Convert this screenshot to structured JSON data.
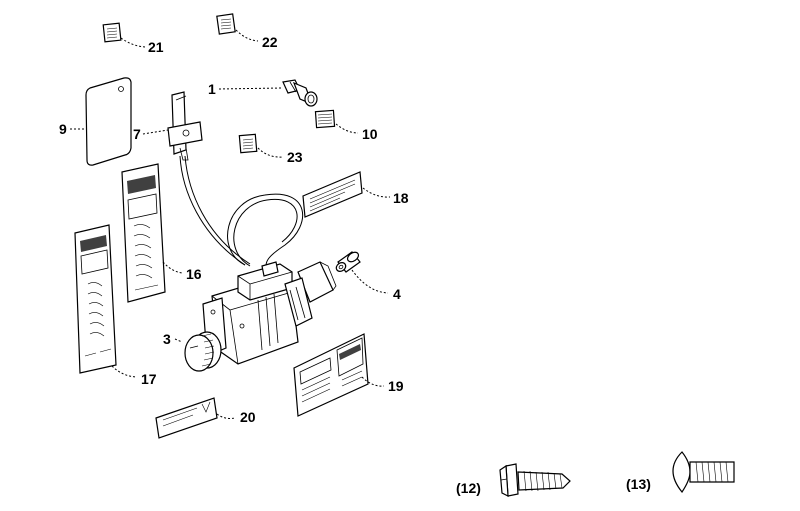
{
  "labels": {
    "p1": "1",
    "p3": "3",
    "p4": "4",
    "p7": "7",
    "p9": "9",
    "p10": "10",
    "p12": "(12)",
    "p13": "(13)",
    "p16": "16",
    "p17": "17",
    "p18": "18",
    "p19": "19",
    "p20": "20",
    "p21": "21",
    "p22": "22",
    "p23": "23"
  }
}
